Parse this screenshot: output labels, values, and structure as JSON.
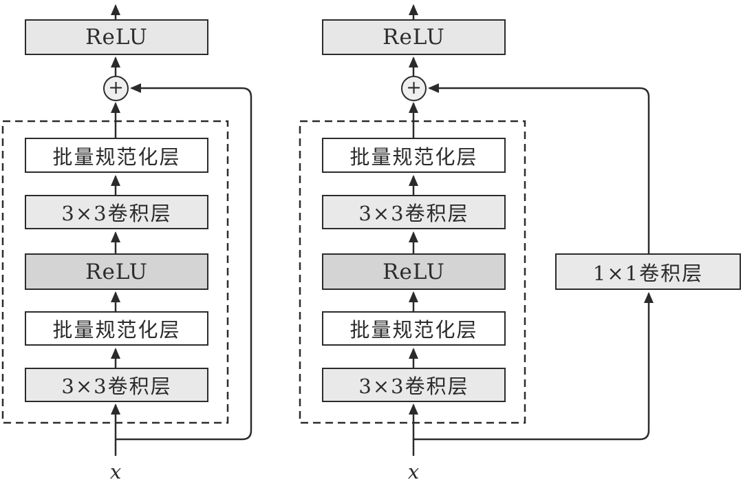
{
  "diagram": {
    "title_semantics": "residual-block-comparison",
    "left_block": {
      "output_activation": "ReLU",
      "add_symbol": "+",
      "layers": [
        "批量规范化层",
        "3×3卷积层",
        "ReLU",
        "批量规范化层",
        "3×3卷积层"
      ],
      "input_label": "x"
    },
    "right_block": {
      "output_activation": "ReLU",
      "add_symbol": "+",
      "layers": [
        "批量规范化层",
        "3×3卷积层",
        "ReLU",
        "批量规范化层",
        "3×3卷积层"
      ],
      "shortcut_layer": "1×1卷积层",
      "input_label": "x"
    },
    "colors": {
      "line": "#2b2b2b",
      "box_border": "#2b2b2b",
      "box_white": "#ffffff",
      "box_light_gray": "#e9e9e9",
      "box_relu_mid": "#d4d4d4",
      "box_relu_top": "#e7e7e7",
      "add_node_fill": "#efefef",
      "background": "#ffffff"
    }
  }
}
